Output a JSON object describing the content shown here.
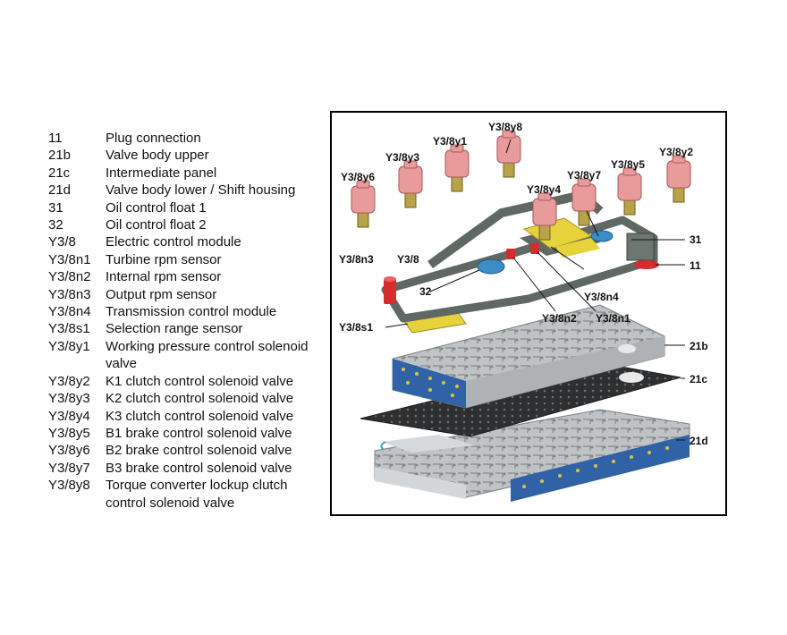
{
  "legend": {
    "items": [
      {
        "code": "11",
        "desc": "Plug connection"
      },
      {
        "code": "21b",
        "desc": "Valve body upper"
      },
      {
        "code": "21c",
        "desc": "Intermediate panel"
      },
      {
        "code": "21d",
        "desc": "Valve body lower / Shift housing"
      },
      {
        "code": "31",
        "desc": "Oil control float 1"
      },
      {
        "code": "32",
        "desc": "Oil control float 2"
      },
      {
        "code": "Y3/8",
        "desc": "Electric control module"
      },
      {
        "code": "Y3/8n1",
        "desc": "Turbine rpm sensor"
      },
      {
        "code": "Y3/8n2",
        "desc": "Internal rpm sensor"
      },
      {
        "code": "Y3/8n3",
        "desc": "Output rpm sensor"
      },
      {
        "code": "Y3/8n4",
        "desc": "Transmission control module"
      },
      {
        "code": "Y3/8s1",
        "desc": "Selection range sensor"
      },
      {
        "code": "Y3/8y1",
        "desc": "Working pressure control solenoid",
        "desc2": "valve"
      },
      {
        "code": "Y3/8y2",
        "desc": "K1 clutch control solenoid valve"
      },
      {
        "code": "Y3/8y3",
        "desc": "K2 clutch control solenoid valve"
      },
      {
        "code": "Y3/8y4",
        "desc": "K3 clutch control solenoid valve"
      },
      {
        "code": "Y3/8y5",
        "desc": "B1 brake control solenoid valve"
      },
      {
        "code": "Y3/8y6",
        "desc": "B2 brake control solenoid valve"
      },
      {
        "code": "Y3/8y7",
        "desc": "B3 brake control solenoid valve"
      },
      {
        "code": "Y3/8y8",
        "desc": "Torque converter lockup clutch",
        "desc2": "control solenoid valve"
      }
    ]
  },
  "diagram": {
    "labels": {
      "y3_8y8": "Y3/8y8",
      "y3_8y1": "Y3/8y1",
      "y3_8y3": "Y3/8y3",
      "y3_8y6": "Y3/8y6",
      "y3_8y7": "Y3/8y7",
      "y3_8y5": "Y3/8y5",
      "y3_8y2": "Y3/8y2",
      "y3_8y4": "Y3/8y4",
      "y3_8": "Y3/8",
      "y3_8n3": "Y3/8n3",
      "n32": "32",
      "n31": "31",
      "n11": "11",
      "y3_8n4": "Y3/8n4",
      "y3_8n2": "Y3/8n2",
      "y3_8n1": "Y3/8n1",
      "y3_8s1": "Y3/8s1",
      "n21b": "21b",
      "n21c": "21c",
      "n21d": "21d"
    },
    "colors": {
      "solenoid_body": "#e99a9a",
      "solenoid_base": "#b8a24a",
      "frame": "#5f6863",
      "module": "#e6d23a",
      "float": "#3c8cc8",
      "sensor": "#d82b2b",
      "valve_body": "#bfc3c6",
      "panel": "#2d2f31",
      "blue_face": "#2f62a6"
    }
  }
}
